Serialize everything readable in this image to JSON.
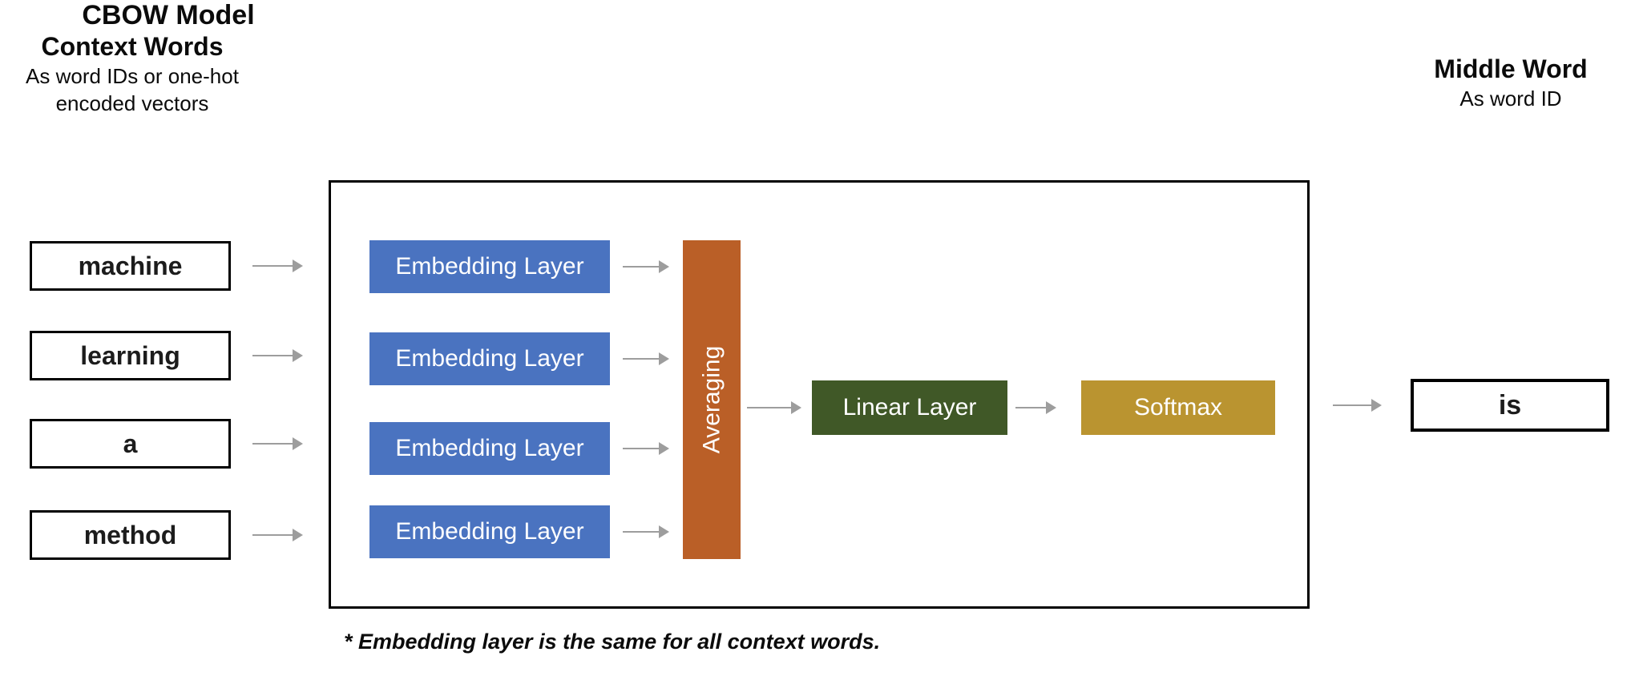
{
  "colors": {
    "embedding_blue": "#4a73c0",
    "averaging_orange": "#ba5f27",
    "linear_green": "#405827",
    "softmax_gold": "#ba9430",
    "arrow_gray": "#9d9d9d",
    "box_border": "#000000"
  },
  "left_header": {
    "title": "Context Words",
    "subtitle_line1": "As word IDs or one-hot",
    "subtitle_line2": "encoded vectors"
  },
  "right_header": {
    "title": "Middle Word",
    "subtitle": "As word ID"
  },
  "model": {
    "title": "CBOW Model",
    "embedding_layers": [
      {
        "label": "Embedding Layer"
      },
      {
        "label": "Embedding Layer"
      },
      {
        "label": "Embedding Layer"
      },
      {
        "label": "Embedding Layer"
      }
    ],
    "averaging_label": "Averaging",
    "linear_label": "Linear Layer",
    "softmax_label": "Softmax"
  },
  "context_words": [
    {
      "word": "machine"
    },
    {
      "word": "learning"
    },
    {
      "word": "a"
    },
    {
      "word": "method"
    }
  ],
  "output": {
    "word": "is"
  },
  "footnote": "* Embedding layer is the same for all context words."
}
